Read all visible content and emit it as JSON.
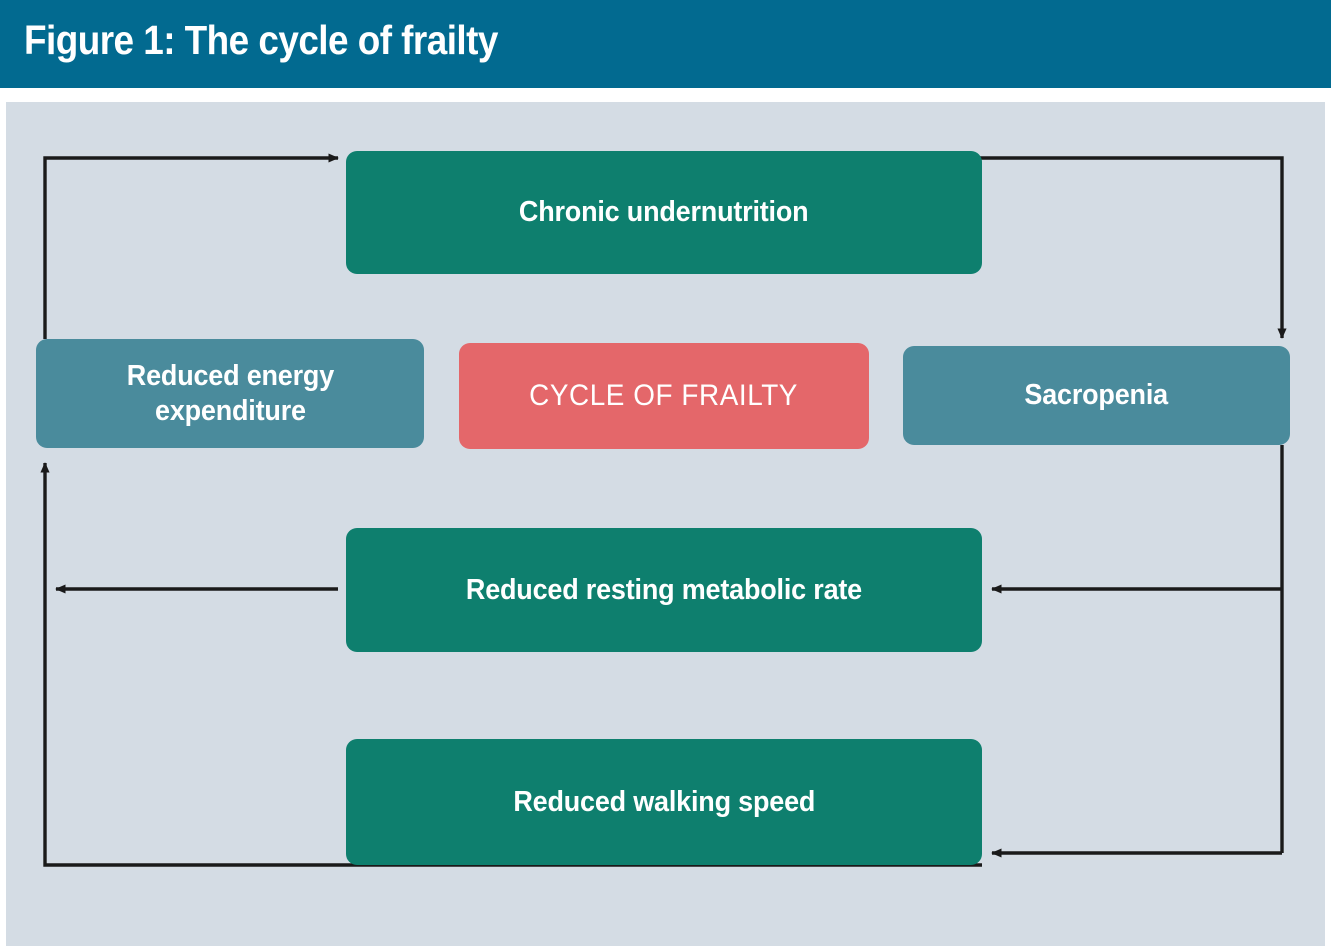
{
  "header": {
    "title": "Figure 1: The cycle of frailty",
    "background_color": "#026a90",
    "text_color": "#ffffff"
  },
  "diagram": {
    "background_color": "#d4dce4",
    "connector_color": "#1a1a1a",
    "nodes": [
      {
        "id": "chronic-undernutrition",
        "label": "Chronic undernutrition",
        "color": "#0e7f6e",
        "style": "green"
      },
      {
        "id": "reduced-energy-expenditure",
        "label": "Reduced energy\nexpenditure",
        "color": "#4a8b9c",
        "style": "teal"
      },
      {
        "id": "cycle-of-frailty",
        "label": "CYCLE OF FRAILTY",
        "color": "#e4676a",
        "style": "salmon"
      },
      {
        "id": "sacropenia",
        "label": "Sacropenia",
        "color": "#4a8b9c",
        "style": "teal"
      },
      {
        "id": "reduced-resting-metabolic-rate",
        "label": "Reduced resting metabolic rate",
        "color": "#0e7f6e",
        "style": "green"
      },
      {
        "id": "reduced-walking-speed",
        "label": "Reduced walking speed",
        "color": "#0e7f6e",
        "style": "green"
      }
    ],
    "edges": [
      {
        "id": "edge-energy-to-undernutrition",
        "from": "reduced-energy-expenditure",
        "to": "chronic-undernutrition",
        "direction": "up-then-right"
      },
      {
        "id": "edge-undernutrition-to-sacropenia",
        "from": "chronic-undernutrition",
        "to": "sacropenia",
        "direction": "right-then-down"
      },
      {
        "id": "edge-sacropenia-to-metabolic-rate",
        "from": "sacropenia",
        "to": "reduced-resting-metabolic-rate",
        "direction": "down-then-left"
      },
      {
        "id": "edge-sacropenia-to-walking-speed",
        "from": "sacropenia",
        "to": "reduced-walking-speed",
        "direction": "down-then-left"
      },
      {
        "id": "edge-metabolic-rate-to-energy",
        "from": "reduced-resting-metabolic-rate",
        "to": "reduced-energy-expenditure",
        "direction": "left-then-up"
      },
      {
        "id": "edge-walking-speed-to-energy",
        "from": "reduced-walking-speed",
        "to": "reduced-energy-expenditure",
        "direction": "down-left-then-up"
      }
    ]
  }
}
